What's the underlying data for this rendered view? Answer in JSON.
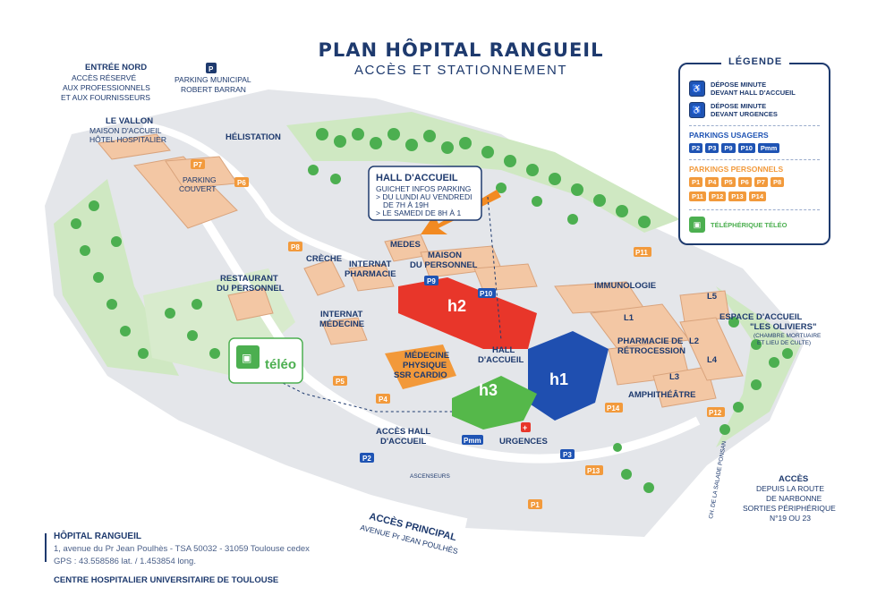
{
  "title": "PLAN HÔPITAL RANGUEIL",
  "subtitle": "ACCÈS ET STATIONNEMENT",
  "legend": {
    "title": "LÉGENDE",
    "dropoff_hall": "DÉPOSE MINUTE DEVANT HALL D'ACCUEIL",
    "dropoff_hall_l1": "DÉPOSE MINUTE",
    "dropoff_hall_l2": "DEVANT HALL D'ACCUEIL",
    "dropoff_urg_l1": "DÉPOSE MINUTE",
    "dropoff_urg_l2": "DEVANT URGENCES",
    "parkings_users_title": "PARKINGS USAGERS",
    "parkings_users": [
      "P2",
      "P3",
      "P9",
      "P10",
      "Pmm"
    ],
    "parkings_staff_title": "PARKINGS PERSONNELS",
    "parkings_staff_row1": [
      "P1",
      "P4",
      "P5",
      "P6",
      "P7",
      "P8"
    ],
    "parkings_staff_row2": [
      "P11",
      "P12",
      "P13",
      "P14"
    ],
    "cable_car": "TÉLÉPHÉRIQUE TÉLÉO",
    "colors": {
      "navy": "#1e3a6e",
      "users_parking": "#1f54b4",
      "staff_parking": "#f29a3c",
      "green": "#4caf50"
    }
  },
  "map": {
    "entree_nord": "ENTRÉE NORD",
    "entree_nord_l2": "ACCÈS RÉSERVÉ",
    "entree_nord_l3": "AUX PROFESSIONNELS",
    "entree_nord_l4": "ET AUX FOURNISSEURS",
    "parking_municipal_l1": "PARKING MUNICIPAL",
    "parking_municipal_l2": "ROBERT BARRAN",
    "parking_municipal_badge": "P",
    "le_vallon": "LE VALLON",
    "le_vallon_l2": "MAISON D'ACCUEIL",
    "le_vallon_l3": "HÔTEL HOSPITALIER",
    "helistation": "HÉLISTATION",
    "parking_couvert_l1": "PARKING",
    "parking_couvert_l2": "COUVERT",
    "hall_accueil_title": "HALL D'ACCUEIL",
    "hall_accueil_l1": "GUICHET INFOS PARKING",
    "hall_accueil_l2": "> DU LUNDI AU VENDREDI",
    "hall_accueil_l3": "DE 7H À 19H",
    "hall_accueil_l4": "> LE SAMEDI DE 8H À 1",
    "medes": "MEDES",
    "maison_personnel_l1": "MAISON",
    "maison_personnel_l2": "DU PERSONNEL",
    "creche": "CRÈCHE",
    "internat_pharmacie_l1": "INTERNAT",
    "internat_pharmacie_l2": "PHARMACIE",
    "restaurant_l1": "RESTAURANT",
    "restaurant_l2": "DU PERSONNEL",
    "internat_medecine_l1": "INTERNAT",
    "internat_medecine_l2": "MÉDECINE",
    "immunologie": "IMMUNOLOGIE",
    "h1": "h1",
    "h2": "h2",
    "h3": "h3",
    "hall_l1": "HALL",
    "hall_l2": "D'ACCUEIL",
    "medecine_l1": "MÉDECINE",
    "medecine_l2": "PHYSIQUE",
    "medecine_l3": "SSR CARDIO",
    "pharmacie_l1": "PHARMACIE DE",
    "pharmacie_l2": "RÉTROCESSION",
    "amphitheatre": "AMPHITHÉÂTRE",
    "urgences": "URGENCES",
    "acces_hall_l1": "ACCÈS HALL",
    "acces_hall_l2": "D'ACCUEIL",
    "ascenseurs": "ASCENSEURS",
    "espace_accueil_l1": "ESPACE D'ACCUEIL",
    "espace_accueil_l2": "\"LES OLIVIERS\"",
    "espace_accueil_l3": "(CHAMBRE MORTUAIRE",
    "espace_accueil_l4": "ET LIEU DE CULTE)",
    "acces_principal": "ACCÈS PRINCIPAL",
    "avenue": "AVENUE Pr JEAN POULHÈS",
    "route_salade": "CH. DE LA SALADE PONSAN",
    "acces_right_l1": "ACCÈS",
    "acces_right_l2": "DEPUIS LA ROUTE",
    "acces_right_l3": "DE NARBONNE",
    "acces_right_l4": "SORTIES PÉRIPHÉRIQUE",
    "acces_right_l5": "N°19 OU 23",
    "teleo": "téléo",
    "L1": "L1",
    "L2": "L2",
    "L3": "L3",
    "L4": "L4",
    "L5": "L5",
    "p1": "P1",
    "p2": "P2",
    "p3": "P3",
    "p4": "P4",
    "p5": "P5",
    "p6": "P6",
    "p7": "P7",
    "p8": "P8",
    "p9": "P9",
    "p10": "P10",
    "p11": "P11",
    "p12": "P12",
    "p13": "P13",
    "p14": "P14",
    "pmm": "Pmm"
  },
  "footer": {
    "name": "HÔPITAL RANGUEIL",
    "address": "1, avenue du Pr Jean Poulhès - TSA 50032 - 31059 Toulouse cedex",
    "gps": "GPS : 43.558586 lat. / 1.453854 long.",
    "chu": "CENTRE HOSPITALIER UNIVERSITAIRE DE TOULOUSE"
  }
}
